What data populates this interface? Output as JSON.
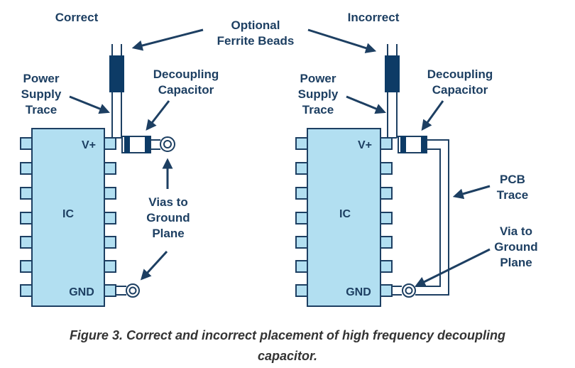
{
  "colors": {
    "ink": "#1d3f62",
    "ic_fill": "#b2dff1",
    "pin_fill": "#b2dff1",
    "bead_fill": "#0d3b66",
    "caption": "#333333"
  },
  "left": {
    "title": "Correct",
    "chip_label": "IC",
    "pin_vplus": "V+",
    "pin_gnd": "GND",
    "power_supply": [
      "Power",
      "Supply",
      "Trace"
    ],
    "decoupling": [
      "Decoupling",
      "Capacitor"
    ],
    "vias": [
      "Vias to",
      "Ground",
      "Plane"
    ]
  },
  "center": {
    "ferrite": [
      "Optional",
      "Ferrite Beads"
    ]
  },
  "right": {
    "title": "Incorrect",
    "chip_label": "IC",
    "pin_vplus": "V+",
    "pin_gnd": "GND",
    "power_supply": [
      "Power",
      "Supply",
      "Trace"
    ],
    "decoupling": [
      "Decoupling",
      "Capacitor"
    ],
    "pcb": [
      "PCB",
      "Trace"
    ],
    "via": [
      "Via to",
      "Ground",
      "Plane"
    ]
  },
  "caption": {
    "line1": "Figure 3. Correct and incorrect placement of high frequency decoupling",
    "line2": "capacitor."
  }
}
